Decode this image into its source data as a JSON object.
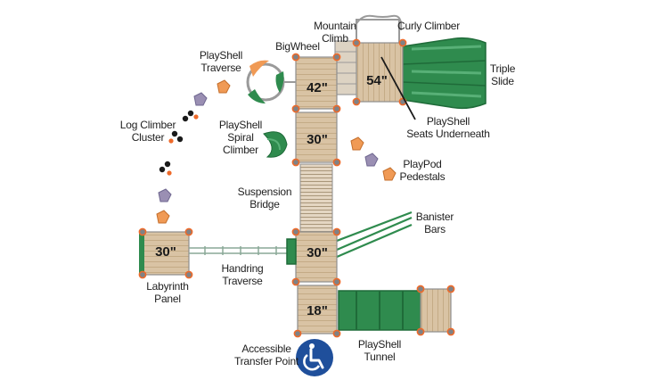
{
  "decks": [
    {
      "id": "deck-42",
      "label": "42\""
    },
    {
      "id": "deck-54",
      "label": "54\""
    },
    {
      "id": "deck-30-upper",
      "label": "30\""
    },
    {
      "id": "deck-30-lower",
      "label": "30\""
    },
    {
      "id": "deck-30-left",
      "label": "30\""
    },
    {
      "id": "deck-18",
      "label": "18\""
    }
  ],
  "labels": {
    "mountain_climb": "Mountain\nClimb",
    "curly_climber": "Curly Climber",
    "bigwheel": "BigWheel",
    "playshell_traverse": "PlayShell\nTraverse",
    "triple_slide": "Triple\nSlide",
    "playshell_seats": "PlayShell\nSeats Underneath",
    "log_climber_cluster": "Log Climber\nCluster",
    "playshell_spiral": "PlayShell\nSpiral\nClimber",
    "playpod_pedestals": "PlayPod\nPedestals",
    "suspension_bridge": "Suspension\nBridge",
    "banister_bars": "Banister\nBars",
    "handring_traverse": "Handring\nTraverse",
    "labyrinth_panel": "Labyrinth\nPanel",
    "accessible_transfer": "Accessible\nTransfer Point",
    "playshell_tunnel": "PlayShell\nTunnel"
  },
  "colors": {
    "deck": "#d9c3a4",
    "deck_line": "#bfa47e",
    "post": "#7f8286",
    "post_cap": "#ee6a2a",
    "green": "#2f8b4e",
    "green_dark": "#1f6b39",
    "orange": "#f09a55",
    "purple": "#9a8fb3",
    "accessible_blue": "#1f4f9b"
  },
  "icons": {
    "accessible": "wheelchair-icon"
  }
}
